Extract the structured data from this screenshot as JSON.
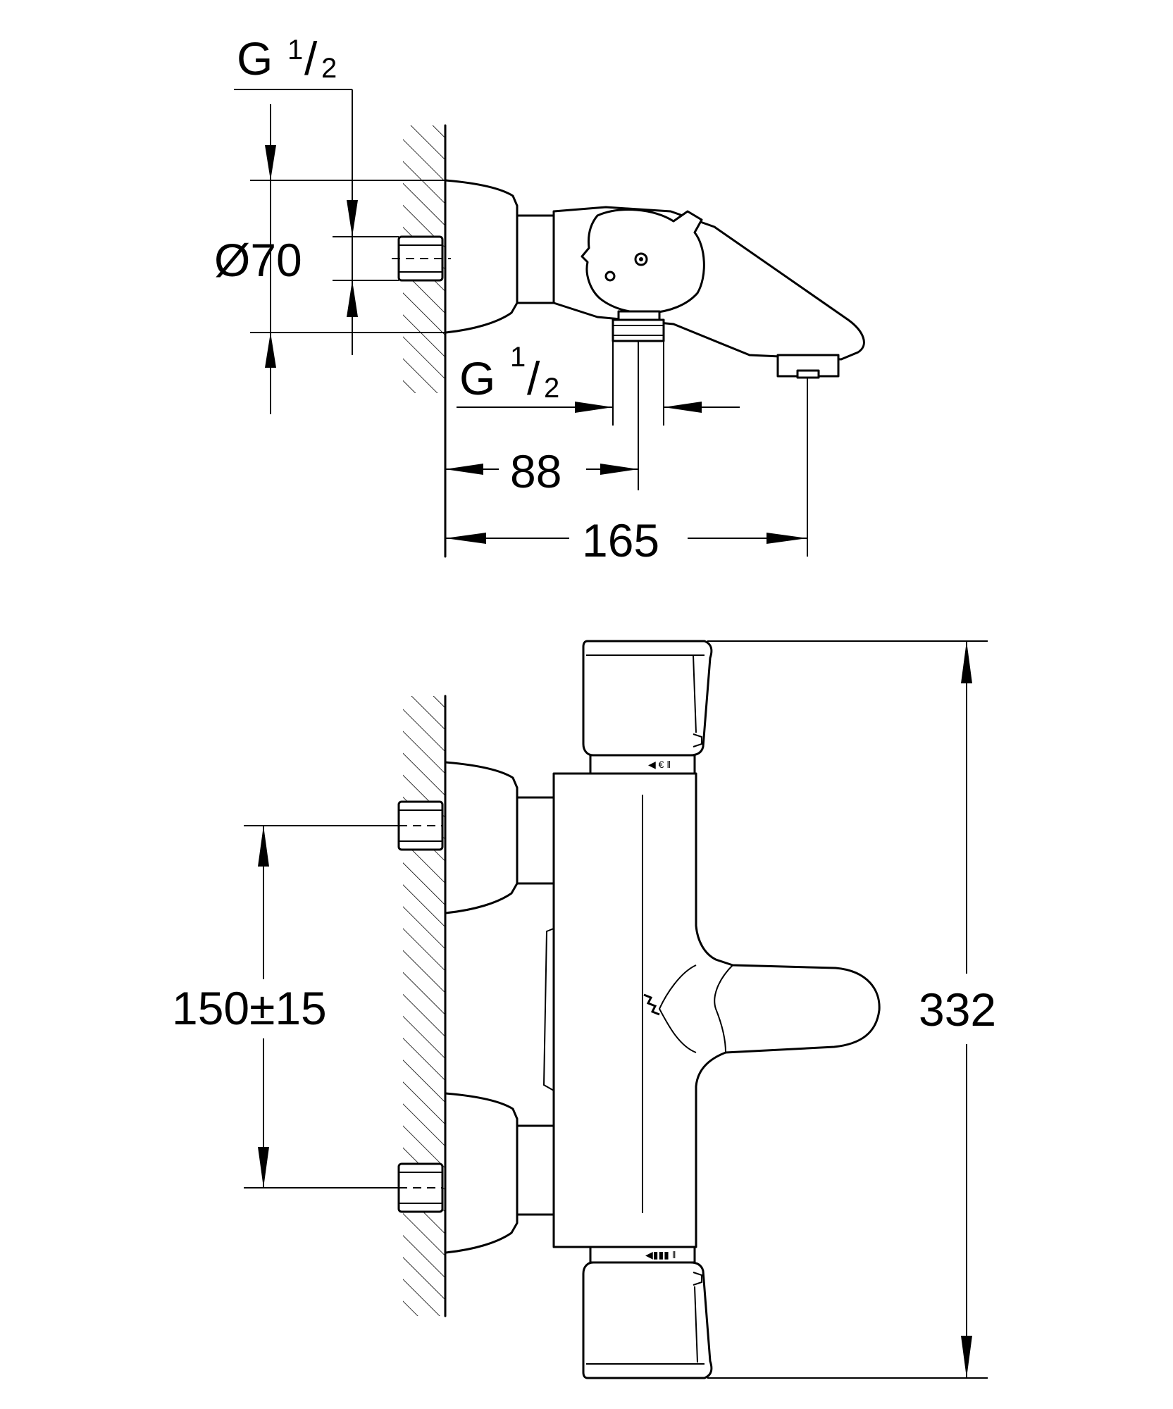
{
  "side_view": {
    "inlet_thread": {
      "letter": "G",
      "num": "1",
      "den": "2"
    },
    "outlet_thread": {
      "letter": "G",
      "num": "1",
      "den": "2"
    },
    "diameter_label": "Ø70",
    "dim_outlet_offset": "88",
    "dim_projection": "165"
  },
  "front_view": {
    "dim_inlet_spacing": "150±15",
    "dim_total_height": "332",
    "scale_top": "◀ € ‖",
    "scale_bottom": "◀▮▮▮ ‖"
  },
  "colors": {
    "line": "#000000",
    "background": "#ffffff"
  }
}
